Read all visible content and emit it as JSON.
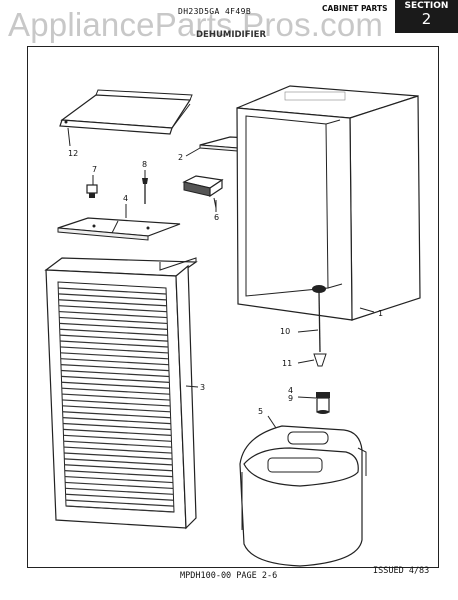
{
  "watermark": "ApplianceParts Pros.com",
  "header": {
    "model": "DH23D5GA  4F49B",
    "subtitle": "DEHUMIDIFIER",
    "cabinet_parts": "CABINET PARTS",
    "section_label": "SECTION",
    "section_number": "2"
  },
  "callouts": {
    "c1": "1",
    "c2": "2",
    "c3": "3",
    "c4": "4",
    "c4b": "4",
    "c5": "5",
    "c6": "6",
    "c7": "7",
    "c8": "8",
    "c9": "9",
    "c10": "10",
    "c11": "11",
    "c12": "12"
  },
  "footer": {
    "doc": "MPDH100-00   PAGE 2-6",
    "issued": "ISSUED 4/83"
  }
}
